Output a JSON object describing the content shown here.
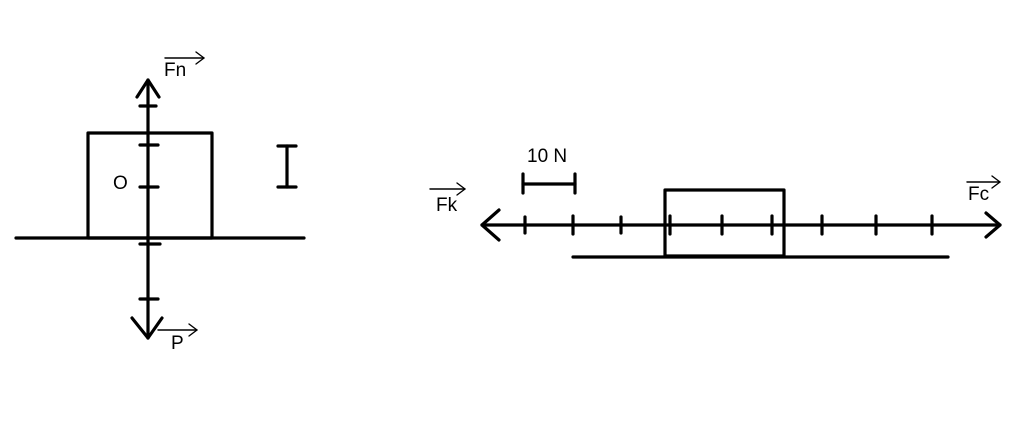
{
  "left_diagram": {
    "normal_force_label": "Fn",
    "weight_label": "P",
    "origin_label": "O"
  },
  "right_diagram": {
    "friction_force_label": "Fk",
    "applied_force_label": "Fc",
    "scale_label": "10 N"
  }
}
